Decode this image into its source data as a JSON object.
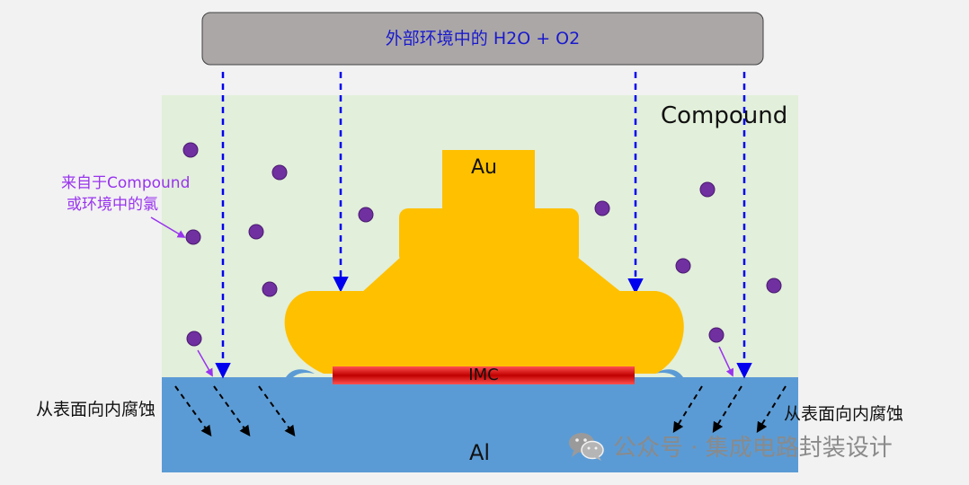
{
  "banner": {
    "text": "外部环境中的 H2O + O2"
  },
  "labels": {
    "compound": "Compound",
    "au": "Au",
    "al": "Al",
    "imc": "IMC",
    "chlorine_line1": "来自于Compound",
    "chlorine_line2": "或环境中的氯",
    "corrosion_left": "从表面向内腐蚀",
    "corrosion_right": "从表面向内腐蚀"
  },
  "watermark": {
    "text": "公众号 · 集成电路封装设计",
    "icon": "wechat-icon"
  },
  "colors": {
    "banner_fill": "#aba7a7",
    "banner_text": "#1a1acc",
    "compound_fill": "#e2efda",
    "al_fill": "#5b9bd5",
    "au_fill": "#ffc000",
    "imc_fill": "#c00000",
    "particle_fill": "#7030a0",
    "arrow_blue": "#0000ee",
    "chlorine_text": "#9933ee"
  }
}
